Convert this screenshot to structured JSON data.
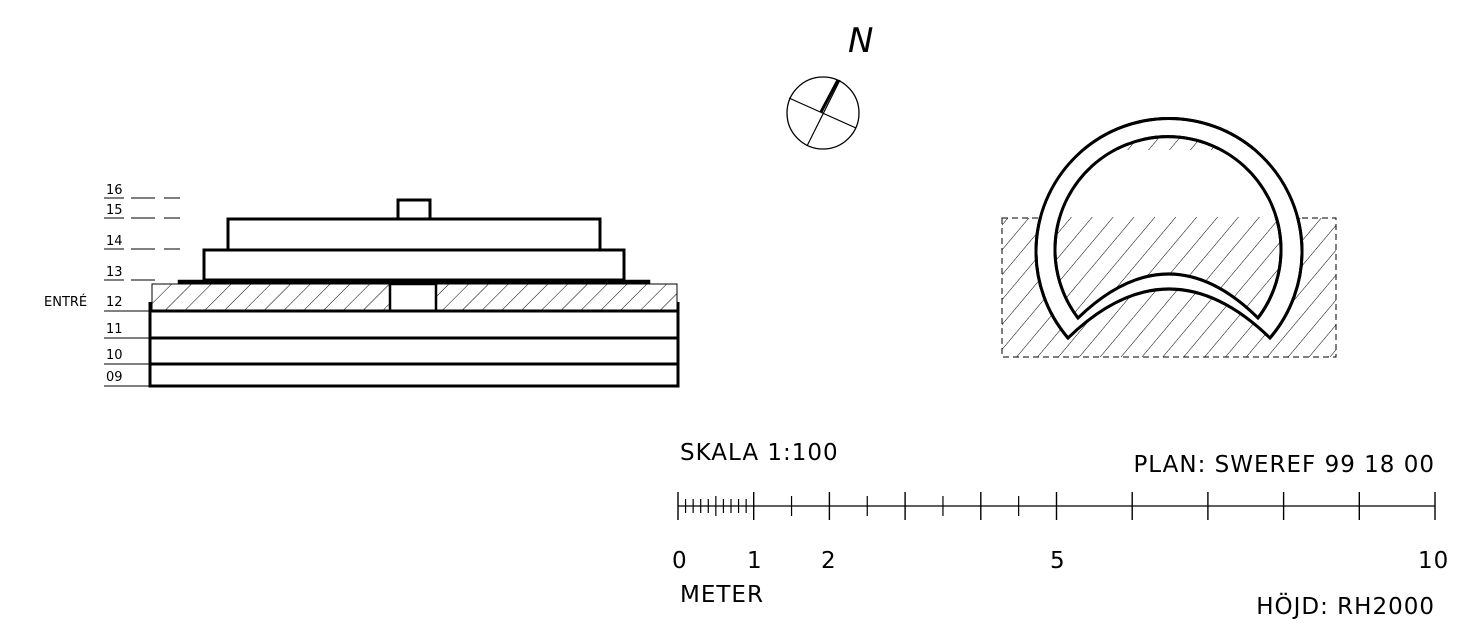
{
  "compass": {
    "label": "N"
  },
  "section": {
    "entry_label": "ENTRÉ",
    "levels": [
      "16",
      "15",
      "14",
      "13",
      "12",
      "11",
      "10",
      "09"
    ]
  },
  "scale_bar": {
    "scale_text": "SKALA 1:100",
    "unit_text": "METER",
    "tick_labels": [
      "0",
      "1",
      "2",
      "5",
      "10"
    ]
  },
  "reference": {
    "plan_text": "PLAN: SWEREF 99 18 00",
    "height_text": "HÖJD: RH2000"
  }
}
